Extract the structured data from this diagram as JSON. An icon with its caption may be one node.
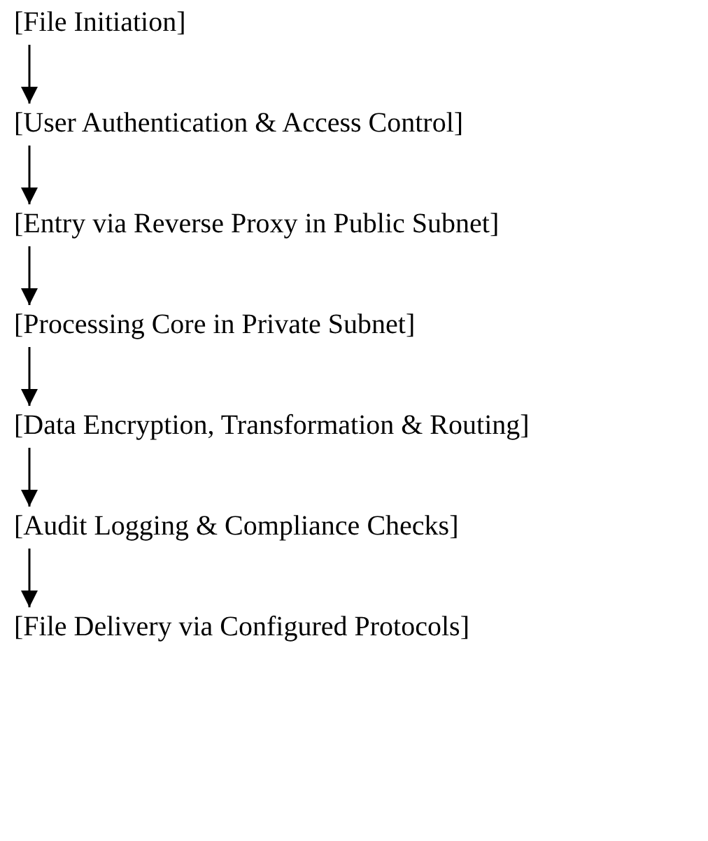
{
  "diagram": {
    "nodes": [
      {
        "text": [
          "[File Initiation]"
        ]
      },
      {
        "text": [
          "[User Authentication & Access Control]"
        ]
      },
      {
        "text": [
          "[Entry via Reverse Proxy in Public Subnet]"
        ]
      },
      {
        "text": [
          "[Processing Core in Private Subnet]"
        ]
      },
      {
        "text": [
          "[Data Encryption, Transformation & Routing]"
        ]
      },
      {
        "text": [
          "[Audit Logging & Compliance Checks]"
        ]
      },
      {
        "text": [
          "[File Delivery via Configured Protocols]"
        ]
      }
    ],
    "edges": [
      {
        "from": 0,
        "to": 1,
        "arrow": "to"
      },
      {
        "from": 1,
        "to": 2,
        "arrow": "to"
      },
      {
        "from": 2,
        "to": 3,
        "arrow": "to"
      },
      {
        "from": 3,
        "to": 4,
        "arrow": "to"
      },
      {
        "from": 4,
        "to": 5,
        "arrow": "to"
      },
      {
        "from": 5,
        "to": 6,
        "arrow": "to"
      }
    ]
  }
}
